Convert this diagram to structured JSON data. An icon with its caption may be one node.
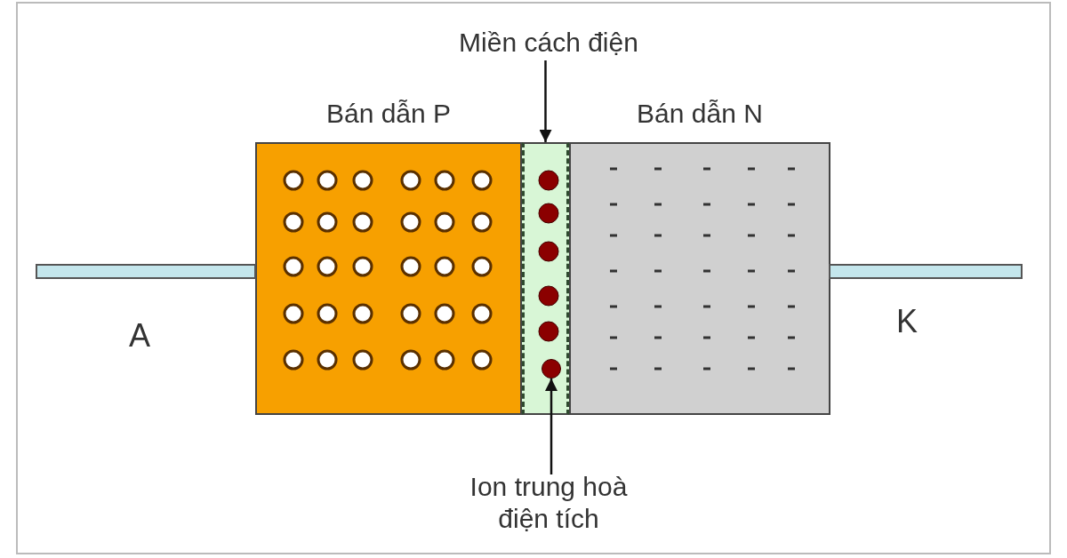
{
  "diagram": {
    "nodes": [
      {
        "text": [
          "Miền cách điện"
        ]
      },
      {
        "text": [
          "Bán dẫn P"
        ]
      },
      {
        "text": [],
        "shape": "box"
      },
      {
        "text": [
          "Bán dẫn N"
        ]
      },
      {
        "text": [],
        "shape": "circle",
        "in": 2
      },
      {
        "text": [
          "Ion trung hoà điện tích"
        ]
      },
      {
        "text": [],
        "shape": "bar"
      },
      {
        "text": [],
        "shape": "bar"
      }
    ],
    "edges": [
      {
        "from": 0,
        "to": 2,
        "arrow": "to"
      },
      {
        "from": 5,
        "to": 4,
        "arrow": "to"
      }
    ],
    "labels": [
      "A",
      "K"
    ]
  }
}
